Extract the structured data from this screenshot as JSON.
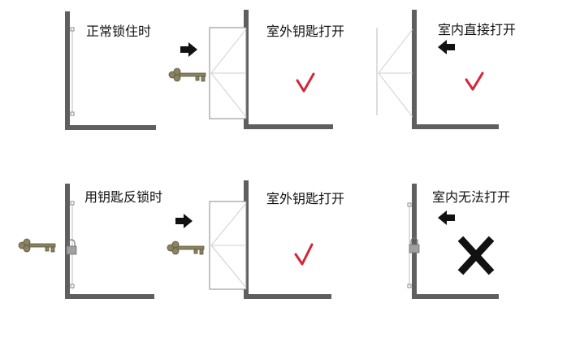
{
  "panels": [
    {
      "id": "p1",
      "label": "正常锁住时"
    },
    {
      "id": "p2",
      "label": "室外钥匙打开"
    },
    {
      "id": "p3",
      "label": "室内直接打开"
    },
    {
      "id": "p4",
      "label": "用钥匙反锁时"
    },
    {
      "id": "p5",
      "label": "室外钥匙打开"
    },
    {
      "id": "p6",
      "label": "室内无法打开"
    }
  ],
  "icons": {
    "key": "key-icon",
    "arrow_right": "arrow-right-icon",
    "arrow_left": "arrow-left-icon",
    "check": "check-icon",
    "cross": "cross-icon",
    "padlock": "padlock-icon"
  },
  "colors": {
    "wall": "#5f5f5f",
    "check": "#d3263a",
    "key": "#8a8360"
  }
}
